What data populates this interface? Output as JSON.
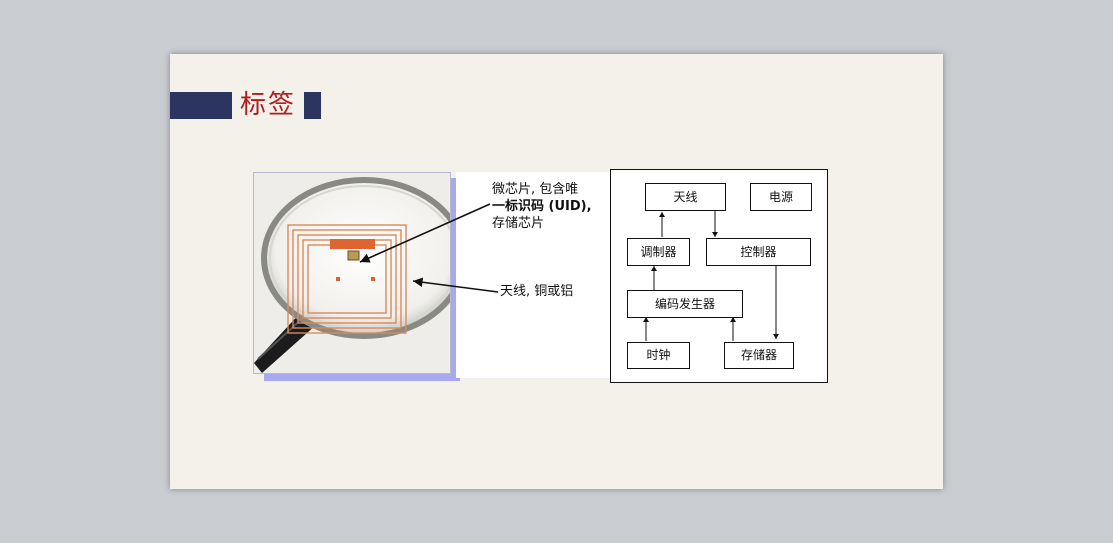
{
  "slide": {
    "title": "标签"
  },
  "annotations": {
    "chip": {
      "line1": "微芯片, 包含唯",
      "line2": "一标识码 (UID),",
      "line3": "存储芯片"
    },
    "antenna": "天线, 铜或铝"
  },
  "block_diagram": {
    "antenna": "天线",
    "power": "电源",
    "modulator": "调制器",
    "controller": "控制器",
    "encoder": "编码发生器",
    "clock": "时钟",
    "memory": "存储器"
  }
}
